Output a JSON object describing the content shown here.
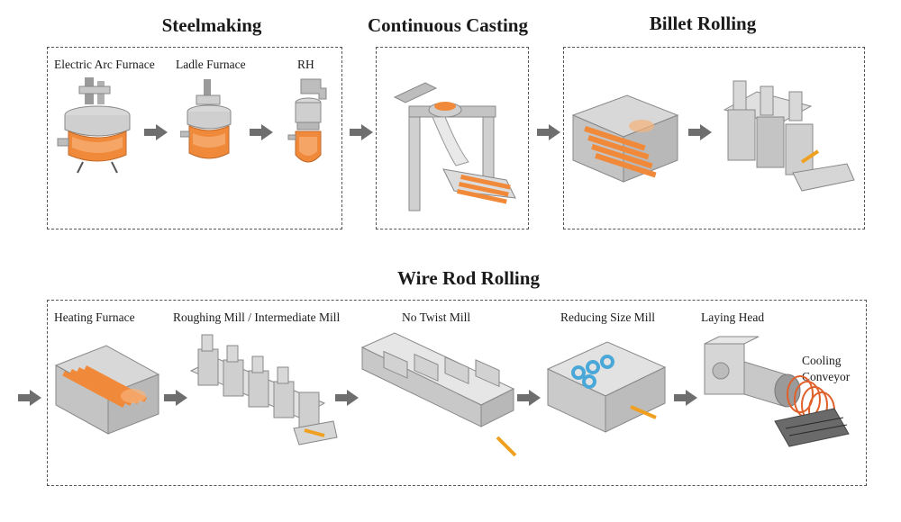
{
  "titles": {
    "steelmaking": "Steelmaking",
    "continuous_casting": "Continuous Casting",
    "billet_rolling": "Billet Rolling",
    "wire_rod_rolling": "Wire Rod Rolling"
  },
  "labels": {
    "eaf": "Electric Arc Furnace",
    "ladle": "Ladle Furnace",
    "rh": "RH",
    "heating_furnace": "Heating Furnace",
    "roughing": "Roughing Mill / Intermediate Mill",
    "no_twist": "No Twist Mill",
    "reducing": "Reducing Size Mill",
    "laying_head": "Laying Head",
    "cooling_1": "Cooling",
    "cooling_2": "Conveyor"
  },
  "colors": {
    "molten": "#f08a3a",
    "molten_light": "#f6b27a",
    "steel_gray": "#cfcfcf",
    "steel_dark": "#8a8a8a",
    "arrow": "#6e6e6e",
    "coil_blue": "#4aa8d8"
  },
  "icons": [
    "arrow-right-icon"
  ]
}
